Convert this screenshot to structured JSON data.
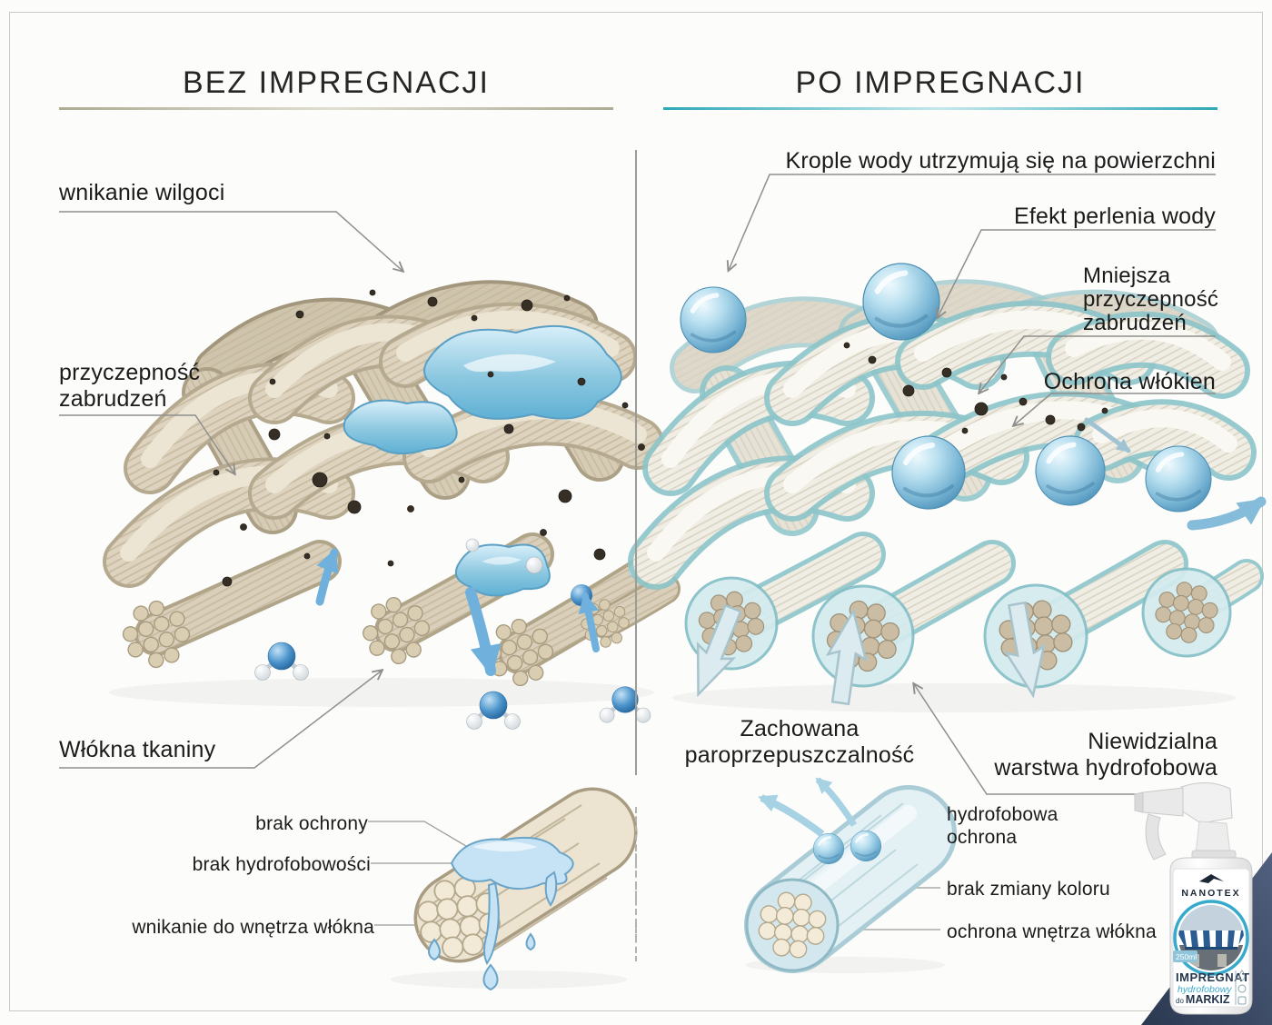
{
  "page": {
    "background": "#fcfcfa",
    "frame_border_color": "#c9c9c4"
  },
  "colors": {
    "accent_tan_underline": "#aeac94",
    "accent_teal_underline": "#2ea8ba",
    "leader_line_gray": "#8f8f8c",
    "water_blue": "#6fb0dd",
    "yarn_beige": "#ddd3bf",
    "coated_yarn_white": "#eceade",
    "coating_cyan": "#8cc8cd",
    "navy_corner": "#36435e"
  },
  "left_panel": {
    "title": "BEZ IMPREGNACJI",
    "labels": {
      "moisture": "wnikanie wilgoci",
      "dirt_line1": "przyczepność",
      "dirt_line2": "zabrudzeń",
      "fibers": "Włókna tkaniny"
    },
    "bottom_labels": {
      "no_protection": "brak ochrony",
      "no_hydrophobicity": "brak hydrofobowości",
      "penetration": "wnikanie do wnętrza włókna"
    }
  },
  "right_panel": {
    "title": "PO IMPREGNACJI",
    "labels": {
      "droplets_surface": "Krople wody utrzymują się na powierzchni",
      "beading_effect": "Efekt perlenia wody",
      "less_dirt_line1": "Mniejsza",
      "less_dirt_line2": "przyczepność",
      "less_dirt_line3": "zabrudzeń",
      "fiber_protection": "Ochrona włókien",
      "breathability_line1": "Zachowana",
      "breathability_line2": "paroprzepuszczalność",
      "invisible_layer_line1": "Niewidzialna",
      "invisible_layer_line2": "warstwa hydrofobowa"
    },
    "bottom_labels": {
      "hydrophobic_protection_line1": "hydrofobowa",
      "hydrophobic_protection_line2": "ochrona",
      "no_color_change": "brak zmiany koloru",
      "inner_protection": "ochrona wnętrza włókna"
    }
  },
  "product": {
    "brand": "NANOTEX",
    "volume": "250ml",
    "name_line1": "IMPREGNAT",
    "name_line2": "hydrofobowy",
    "name_line3_prefix": "do",
    "name_line3": "MARKIZ"
  }
}
